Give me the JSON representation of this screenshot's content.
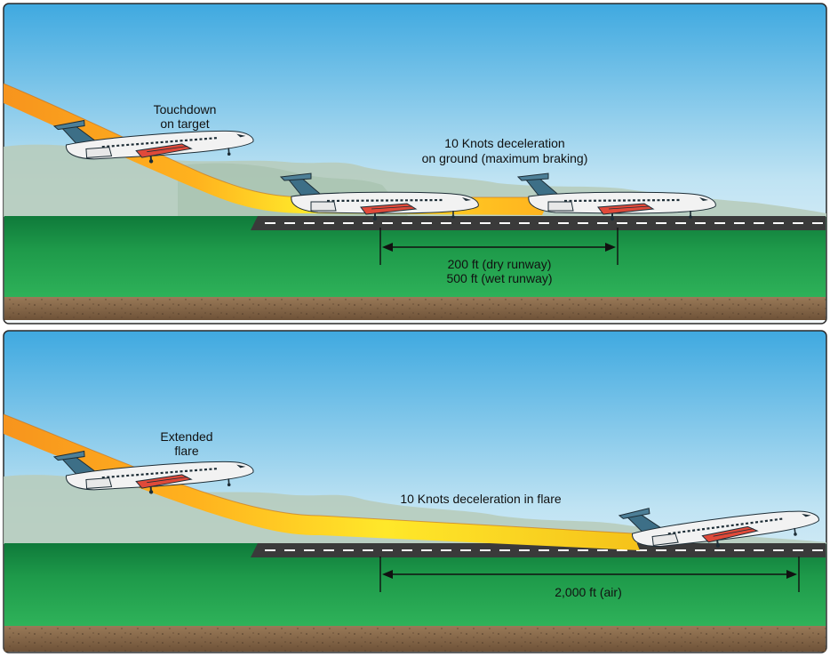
{
  "panels": {
    "top": {
      "touchdown_line1": "Touchdown",
      "touchdown_line2": "on target",
      "decel_line1": "10 Knots deceleration",
      "decel_line2": "on ground (maximum braking)",
      "dist_line1": "200 ft (dry runway)",
      "dist_line2": "500 ft (wet runway)"
    },
    "bottom": {
      "flare_line1": "Extended",
      "flare_line2": "flare",
      "decel_line1": "10 Knots deceleration in flare",
      "dist_line1": "2,000 ft (air)"
    }
  },
  "colors": {
    "sky_top": "#3fa9e0",
    "sky_bottom": "#f4f8fa",
    "grass": "#1e9a4a",
    "runway": "#3a3a3a",
    "path_start": "#f7941d",
    "path_end": "#ffe82a",
    "fuselage": "#f2f2f2",
    "tail": "#3d6f87",
    "ground": "#8a6a4a"
  }
}
